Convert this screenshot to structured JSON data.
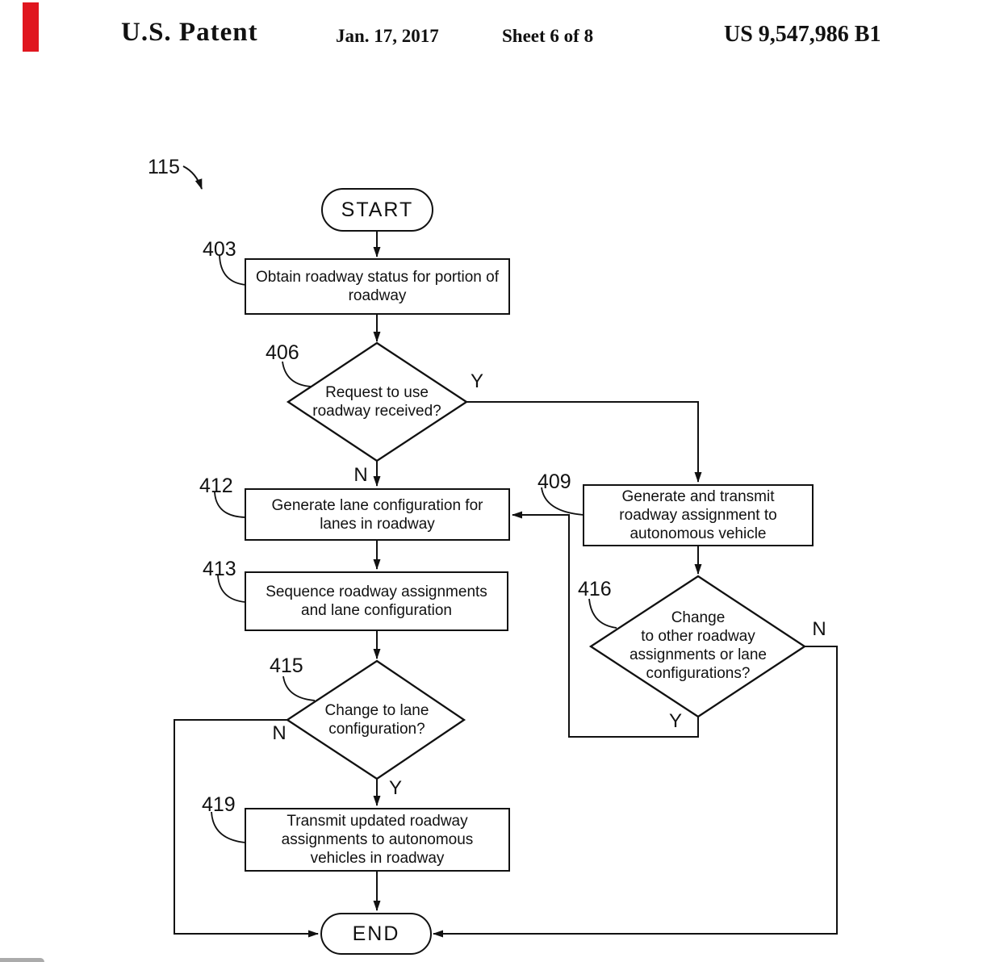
{
  "header": {
    "title": "U.S. Patent",
    "date": "Jan. 17, 2017",
    "sheet": "Sheet 6 of 8",
    "patent_number": "US 9,547,986 B1"
  },
  "figure": {
    "ref": "115"
  },
  "branch": {
    "yes": "Y",
    "no": "N"
  },
  "nodes": {
    "start": {
      "label": "START"
    },
    "n403": {
      "ref": "403",
      "label": "Obtain roadway status for portion of\nroadway"
    },
    "n406": {
      "ref": "406",
      "label": "Request to use\nroadway received?"
    },
    "n409": {
      "ref": "409",
      "label": "Generate and transmit\nroadway assignment to\nautonomous vehicle"
    },
    "n412": {
      "ref": "412",
      "label": "Generate lane configuration for\nlanes in roadway"
    },
    "n413": {
      "ref": "413",
      "label": "Sequence roadway assignments\nand lane configuration"
    },
    "n415": {
      "ref": "415",
      "label": "Change to lane\nconfiguration?"
    },
    "n416": {
      "ref": "416",
      "label": "Change\nto other roadway\nassignments or lane\nconfigurations?"
    },
    "n419": {
      "ref": "419",
      "label": "Transmit updated roadway\nassignments to autonomous\nvehicles in roadway"
    },
    "end": {
      "label": "END"
    }
  },
  "colors": {
    "line": "#111111",
    "red_marker": "#e0161f",
    "scrollbar_gray": "#ababab"
  }
}
